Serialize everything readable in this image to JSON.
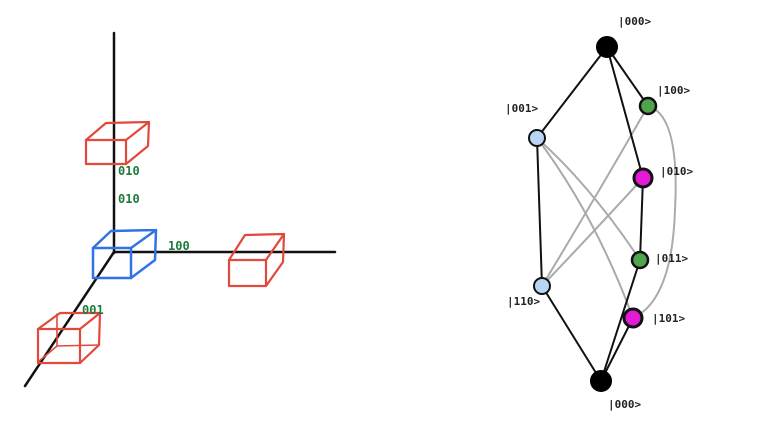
{
  "colors": {
    "axis": "#111111",
    "cube_origin": "#2f73e6",
    "cube_other": "#e2483b",
    "cube_label": "#1e7a3c",
    "edge_dark": "#111111",
    "edge_light": "#aaaaaa",
    "node_black": "#000000",
    "node_green": "#4fa64a",
    "node_magenta": "#e21bd6",
    "node_lightblue": "#b9d4f4"
  },
  "left_diagram": {
    "labels": {
      "top_cube": "010",
      "y_axis": "010",
      "x_axis": "100",
      "z_axis": "001"
    }
  },
  "right_graph": {
    "labels": {
      "top": "|000>",
      "n100": "|100>",
      "n001": "|001>",
      "n010": "|010>",
      "n011": "|011>",
      "n110": "|110>",
      "n101": "|101>",
      "bottom": "|000>"
    },
    "node_colors": {
      "top": "black",
      "n100": "green",
      "n001": "lightblue",
      "n010": "magenta",
      "n011": "green",
      "n110": "lightblue",
      "n101": "magenta",
      "bottom": "black"
    }
  }
}
